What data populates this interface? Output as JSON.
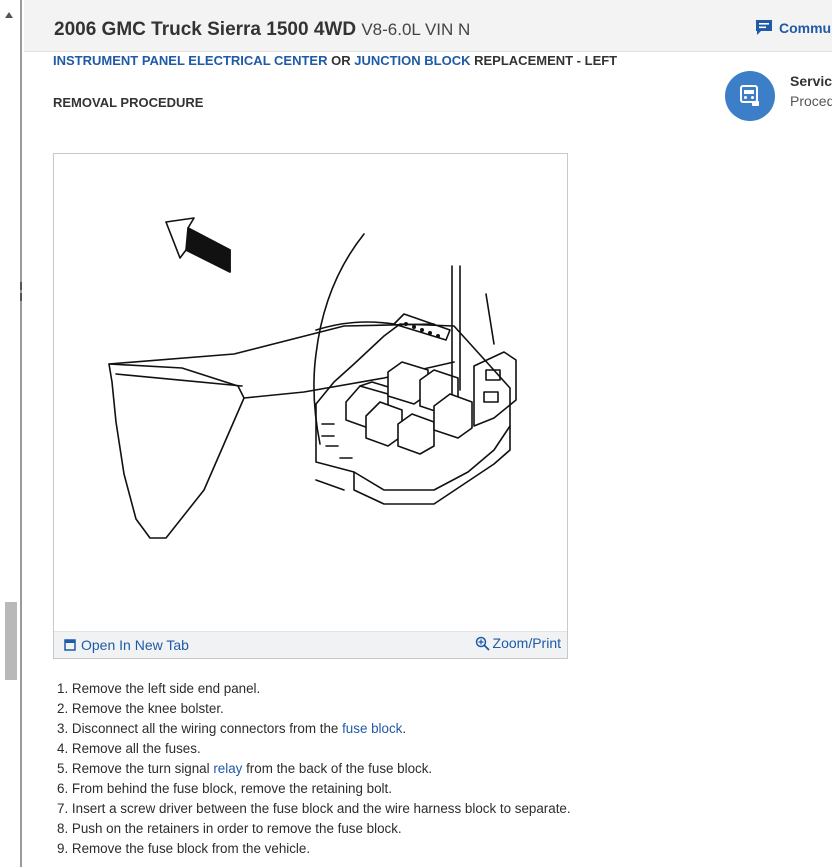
{
  "header": {
    "vehicle_title": "2006 GMC Truck Sierra 1500 4WD",
    "vehicle_engine": "V8-6.0L VIN N",
    "community_label": "Commur",
    "community_icon": "chat-bubble-icon"
  },
  "breadcrumb": {
    "part1": "INSTRUMENT PANEL ELECTRICAL CENTER",
    "sep": "OR",
    "part2": "JUNCTION BLOCK",
    "rest": "REPLACEMENT - LEFT"
  },
  "section_title": "REMOVAL PROCEDURE",
  "service_panel": {
    "icon": "vehicle-service-icon",
    "title": "Service",
    "subtitle": "Proced"
  },
  "figure": {
    "open_tab_label": "Open In New Tab",
    "zoom_label": "Zoom/Print"
  },
  "steps": [
    {
      "n": "1.",
      "pre": "Remove the left side end panel.",
      "link": "",
      "post": ""
    },
    {
      "n": "2.",
      "pre": "Remove the knee bolster.",
      "link": "",
      "post": ""
    },
    {
      "n": "3.",
      "pre": "Disconnect all the wiring connectors from the ",
      "link": "fuse block",
      "post": "."
    },
    {
      "n": "4.",
      "pre": "Remove all the fuses.",
      "link": "",
      "post": ""
    },
    {
      "n": "5.",
      "pre": "Remove the turn signal ",
      "link": "relay",
      "post": " from the back of the fuse block."
    },
    {
      "n": "6.",
      "pre": "From behind the fuse block, remove the retaining bolt.",
      "link": "",
      "post": ""
    },
    {
      "n": "7.",
      "pre": "Insert a screw driver between the fuse block and the wire harness block to separate.",
      "link": "",
      "post": ""
    },
    {
      "n": "8.",
      "pre": "Push on the retainers in order to remove the fuse block.",
      "link": "",
      "post": ""
    },
    {
      "n": "9.",
      "pre": "Remove the fuse block from the vehicle.",
      "link": "",
      "post": ""
    }
  ]
}
